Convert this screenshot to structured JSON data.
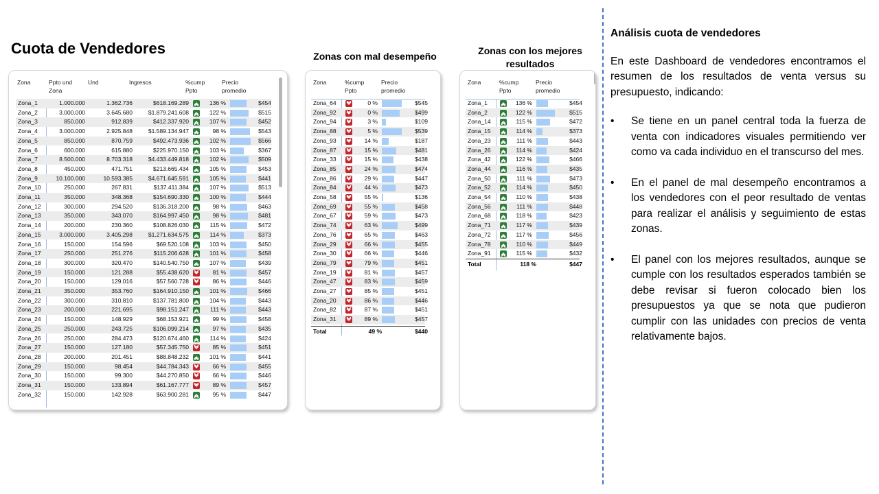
{
  "main_panel": {
    "title": "Cuota de Vendedores",
    "headers": [
      "Zona",
      "Ppto und Zona",
      "Und",
      "Ingresos",
      "%cump Ppto",
      "Precio promedio"
    ],
    "rows": [
      {
        "zona": "Zona_1",
        "ppto": "1.000.000",
        "und": "1.362.736",
        "ingresos": "$618.169.289",
        "cump": "136 %",
        "dir": "up",
        "precio": "$454",
        "bar": 0.8
      },
      {
        "zona": "Zona_2",
        "ppto": "3.000.000",
        "und": "3.645.680",
        "ingresos": "$1.879.241.608",
        "cump": "122 %",
        "dir": "up",
        "precio": "$515",
        "bar": 0.91
      },
      {
        "zona": "Zona_3",
        "ppto": "850.000",
        "und": "912.839",
        "ingresos": "$412.337.920",
        "cump": "107 %",
        "dir": "up",
        "precio": "$452",
        "bar": 0.8
      },
      {
        "zona": "Zona_4",
        "ppto": "3.000.000",
        "und": "2.925.848",
        "ingresos": "$1.589.134.947",
        "cump": "98 %",
        "dir": "up",
        "precio": "$543",
        "bar": 0.96
      },
      {
        "zona": "Zona_5",
        "ppto": "850.000",
        "und": "870.759",
        "ingresos": "$492.473.936",
        "cump": "102 %",
        "dir": "up",
        "precio": "$566",
        "bar": 1.0
      },
      {
        "zona": "Zona_6",
        "ppto": "600.000",
        "und": "615.880",
        "ingresos": "$225.970.150",
        "cump": "103 %",
        "dir": "up",
        "precio": "$367",
        "bar": 0.65
      },
      {
        "zona": "Zona_7",
        "ppto": "8.500.000",
        "und": "8.703.318",
        "ingresos": "$4.433.449.818",
        "cump": "102 %",
        "dir": "up",
        "precio": "$509",
        "bar": 0.9
      },
      {
        "zona": "Zona_8",
        "ppto": "450.000",
        "und": "471.751",
        "ingresos": "$213.665.434",
        "cump": "105 %",
        "dir": "up",
        "precio": "$453",
        "bar": 0.8
      },
      {
        "zona": "Zona_9",
        "ppto": "10.100.000",
        "und": "10.593.385",
        "ingresos": "$4.671.645.591",
        "cump": "105 %",
        "dir": "up",
        "precio": "$441",
        "bar": 0.78
      },
      {
        "zona": "Zona_10",
        "ppto": "250.000",
        "und": "267.831",
        "ingresos": "$137.411.384",
        "cump": "107 %",
        "dir": "up",
        "precio": "$513",
        "bar": 0.91
      },
      {
        "zona": "Zona_11",
        "ppto": "350.000",
        "und": "348.368",
        "ingresos": "$154.690.330",
        "cump": "100 %",
        "dir": "up",
        "precio": "$444",
        "bar": 0.78
      },
      {
        "zona": "Zona_12",
        "ppto": "300.000",
        "und": "294.520",
        "ingresos": "$136.318.200",
        "cump": "98 %",
        "dir": "up",
        "precio": "$463",
        "bar": 0.82
      },
      {
        "zona": "Zona_13",
        "ppto": "350.000",
        "und": "343.070",
        "ingresos": "$164.997.450",
        "cump": "98 %",
        "dir": "up",
        "precio": "$481",
        "bar": 0.85
      },
      {
        "zona": "Zona_14",
        "ppto": "200.000",
        "und": "230.360",
        "ingresos": "$108.826.030",
        "cump": "115 %",
        "dir": "up",
        "precio": "$472",
        "bar": 0.83
      },
      {
        "zona": "Zona_15",
        "ppto": "3.000.000",
        "und": "3.405.298",
        "ingresos": "$1.271.634.575",
        "cump": "114 %",
        "dir": "up",
        "precio": "$373",
        "bar": 0.66
      },
      {
        "zona": "Zona_16",
        "ppto": "150.000",
        "und": "154.596",
        "ingresos": "$69.520.108",
        "cump": "103 %",
        "dir": "up",
        "precio": "$450",
        "bar": 0.8
      },
      {
        "zona": "Zona_17",
        "ppto": "250.000",
        "und": "251.276",
        "ingresos": "$115.206.628",
        "cump": "101 %",
        "dir": "up",
        "precio": "$458",
        "bar": 0.81
      },
      {
        "zona": "Zona_18",
        "ppto": "300.000",
        "und": "320.470",
        "ingresos": "$140.540.750",
        "cump": "107 %",
        "dir": "up",
        "precio": "$439",
        "bar": 0.78
      },
      {
        "zona": "Zona_19",
        "ppto": "150.000",
        "und": "121.288",
        "ingresos": "$55.438.620",
        "cump": "81 %",
        "dir": "down",
        "precio": "$457",
        "bar": 0.81
      },
      {
        "zona": "Zona_20",
        "ppto": "150.000",
        "und": "129.016",
        "ingresos": "$57.560.728",
        "cump": "86 %",
        "dir": "down",
        "precio": "$446",
        "bar": 0.79
      },
      {
        "zona": "Zona_21",
        "ppto": "350.000",
        "und": "353.760",
        "ingresos": "$164.910.150",
        "cump": "101 %",
        "dir": "up",
        "precio": "$466",
        "bar": 0.82
      },
      {
        "zona": "Zona_22",
        "ppto": "300.000",
        "und": "310.810",
        "ingresos": "$137.781.800",
        "cump": "104 %",
        "dir": "up",
        "precio": "$443",
        "bar": 0.78
      },
      {
        "zona": "Zona_23",
        "ppto": "200.000",
        "und": "221.695",
        "ingresos": "$98.151.247",
        "cump": "111 %",
        "dir": "up",
        "precio": "$443",
        "bar": 0.78
      },
      {
        "zona": "Zona_24",
        "ppto": "150.000",
        "und": "148.929",
        "ingresos": "$68.153.921",
        "cump": "99 %",
        "dir": "up",
        "precio": "$458",
        "bar": 0.81
      },
      {
        "zona": "Zona_25",
        "ppto": "250.000",
        "und": "243.725",
        "ingresos": "$106.099.214",
        "cump": "97 %",
        "dir": "up",
        "precio": "$435",
        "bar": 0.77
      },
      {
        "zona": "Zona_26",
        "ppto": "250.000",
        "und": "284.473",
        "ingresos": "$120.674.460",
        "cump": "114 %",
        "dir": "up",
        "precio": "$424",
        "bar": 0.75
      },
      {
        "zona": "Zona_27",
        "ppto": "150.000",
        "und": "127.180",
        "ingresos": "$57.345.750",
        "cump": "85 %",
        "dir": "down",
        "precio": "$451",
        "bar": 0.8
      },
      {
        "zona": "Zona_28",
        "ppto": "200.000",
        "und": "201.451",
        "ingresos": "$88.848.232",
        "cump": "101 %",
        "dir": "up",
        "precio": "$441",
        "bar": 0.78
      },
      {
        "zona": "Zona_29",
        "ppto": "150.000",
        "und": "98.454",
        "ingresos": "$44.784.343",
        "cump": "66 %",
        "dir": "down",
        "precio": "$455",
        "bar": 0.8
      },
      {
        "zona": "Zona_30",
        "ppto": "150.000",
        "und": "99.300",
        "ingresos": "$44.270.850",
        "cump": "66 %",
        "dir": "down",
        "precio": "$446",
        "bar": 0.79
      },
      {
        "zona": "Zona_31",
        "ppto": "150.000",
        "und": "133.894",
        "ingresos": "$61.167.777",
        "cump": "89 %",
        "dir": "down",
        "precio": "$457",
        "bar": 0.81
      },
      {
        "zona": "Zona_32",
        "ppto": "150.000",
        "und": "142.928",
        "ingresos": "$63.900.281",
        "cump": "95 %",
        "dir": "up",
        "precio": "$447",
        "bar": 0.79
      }
    ]
  },
  "bad_panel": {
    "title": "Zonas con mal desempeño",
    "headers": [
      "Zona",
      "%cump Ppto",
      "Precio promedio"
    ],
    "rows": [
      {
        "zona": "Zona_64",
        "cump": "0 %",
        "precio": "$545",
        "bar": 0.96
      },
      {
        "zona": "Zona_92",
        "cump": "0 %",
        "precio": "$499",
        "bar": 0.88
      },
      {
        "zona": "Zona_94",
        "cump": "3 %",
        "precio": "$109",
        "bar": 0.19
      },
      {
        "zona": "Zona_88",
        "cump": "5 %",
        "precio": "$539",
        "bar": 0.95
      },
      {
        "zona": "Zona_93",
        "cump": "14 %",
        "precio": "$187",
        "bar": 0.33
      },
      {
        "zona": "Zona_87",
        "cump": "15 %",
        "precio": "$481",
        "bar": 0.71
      },
      {
        "zona": "Zona_33",
        "cump": "15 %",
        "precio": "$438",
        "bar": 0.56
      },
      {
        "zona": "Zona_85",
        "cump": "24 %",
        "precio": "$474",
        "bar": 0.68
      },
      {
        "zona": "Zona_86",
        "cump": "29 %",
        "precio": "$447",
        "bar": 0.6
      },
      {
        "zona": "Zona_84",
        "cump": "44 %",
        "precio": "$473",
        "bar": 0.68
      },
      {
        "zona": "Zona_58",
        "cump": "55 %",
        "precio": "$136",
        "bar": 0.06
      },
      {
        "zona": "Zona_69",
        "cump": "55 %",
        "precio": "$458",
        "bar": 0.62
      },
      {
        "zona": "Zona_67",
        "cump": "59 %",
        "precio": "$473",
        "bar": 0.67
      },
      {
        "zona": "Zona_74",
        "cump": "63 %",
        "precio": "$499",
        "bar": 0.78
      },
      {
        "zona": "Zona_76",
        "cump": "65 %",
        "precio": "$463",
        "bar": 0.64
      },
      {
        "zona": "Zona_29",
        "cump": "66 %",
        "precio": "$455",
        "bar": 0.62
      },
      {
        "zona": "Zona_30",
        "cump": "66 %",
        "precio": "$446",
        "bar": 0.6
      },
      {
        "zona": "Zona_79",
        "cump": "79 %",
        "precio": "$451",
        "bar": 0.61
      },
      {
        "zona": "Zona_19",
        "cump": "81 %",
        "precio": "$457",
        "bar": 0.63
      },
      {
        "zona": "Zona_47",
        "cump": "83 %",
        "precio": "$459",
        "bar": 0.63
      },
      {
        "zona": "Zona_27",
        "cump": "85 %",
        "precio": "$451",
        "bar": 0.61
      },
      {
        "zona": "Zona_20",
        "cump": "86 %",
        "precio": "$446",
        "bar": 0.6
      },
      {
        "zona": "Zona_82",
        "cump": "87 %",
        "precio": "$451",
        "bar": 0.61
      },
      {
        "zona": "Zona_31",
        "cump": "89 %",
        "precio": "$457",
        "bar": 0.63
      }
    ],
    "total": {
      "label": "Total",
      "cump": "49 %",
      "precio": "$440"
    }
  },
  "best_panel": {
    "title": "Zonas con los mejores resultados",
    "headers": [
      "Zona",
      "%cump Ppto",
      "Precio promedio"
    ],
    "rows": [
      {
        "zona": "Zona_1",
        "cump": "136 %",
        "precio": "$454",
        "bar": 0.58
      },
      {
        "zona": "Zona_2",
        "cump": "122 %",
        "precio": "$515",
        "bar": 0.9
      },
      {
        "zona": "Zona_14",
        "cump": "115 %",
        "precio": "$472",
        "bar": 0.65
      },
      {
        "zona": "Zona_15",
        "cump": "114 %",
        "precio": "$373",
        "bar": 0.3
      },
      {
        "zona": "Zona_23",
        "cump": "111 %",
        "precio": "$443",
        "bar": 0.57
      },
      {
        "zona": "Zona_26",
        "cump": "114 %",
        "precio": "$424",
        "bar": 0.5
      },
      {
        "zona": "Zona_42",
        "cump": "122 %",
        "precio": "$466",
        "bar": 0.64
      },
      {
        "zona": "Zona_44",
        "cump": "116 %",
        "precio": "$435",
        "bar": 0.54
      },
      {
        "zona": "Zona_50",
        "cump": "111 %",
        "precio": "$473",
        "bar": 0.66
      },
      {
        "zona": "Zona_52",
        "cump": "114 %",
        "precio": "$450",
        "bar": 0.58
      },
      {
        "zona": "Zona_54",
        "cump": "110 %",
        "precio": "$438",
        "bar": 0.55
      },
      {
        "zona": "Zona_56",
        "cump": "111 %",
        "precio": "$448",
        "bar": 0.57
      },
      {
        "zona": "Zona_68",
        "cump": "118 %",
        "precio": "$423",
        "bar": 0.49
      },
      {
        "zona": "Zona_71",
        "cump": "117 %",
        "precio": "$439",
        "bar": 0.55
      },
      {
        "zona": "Zona_72",
        "cump": "117 %",
        "precio": "$456",
        "bar": 0.6
      },
      {
        "zona": "Zona_78",
        "cump": "110 %",
        "precio": "$449",
        "bar": 0.58
      },
      {
        "zona": "Zona_91",
        "cump": "115 %",
        "precio": "$432",
        "bar": 0.52
      }
    ],
    "total": {
      "label": "Total",
      "cump": "118 %",
      "precio": "$447"
    }
  },
  "analysis": {
    "title": "Análisis cuota de vendedores",
    "intro": "En este Dashboard de vendedores encontramos el resumen de los resultados de venta versus su presupuesto, indicando:",
    "bullets": [
      "Se tiene en un panel central toda  la fuerza de venta con indicadores visuales permitiendo ver como va cada individuo en el transcurso del mes.",
      "En el panel de mal desempeño encontramos a los vendedores con el peor resultado de ventas para realizar el análisis y seguimiento de estas zonas.",
      "El panel con los mejores resultados, aunque se cumple con los resultados esperados también se debe revisar si fueron colocado bien los presupuestos ya que se nota que pudieron cumplir con las unidades con precios de venta relativamente bajos."
    ],
    "bullet_char": "•"
  },
  "colors": {
    "up_indicator": "#2f7d3a",
    "down_indicator": "#c0262c",
    "bar": "#a8cdf7",
    "header_line": "#9cbbe0",
    "divider": "#4472c4"
  }
}
